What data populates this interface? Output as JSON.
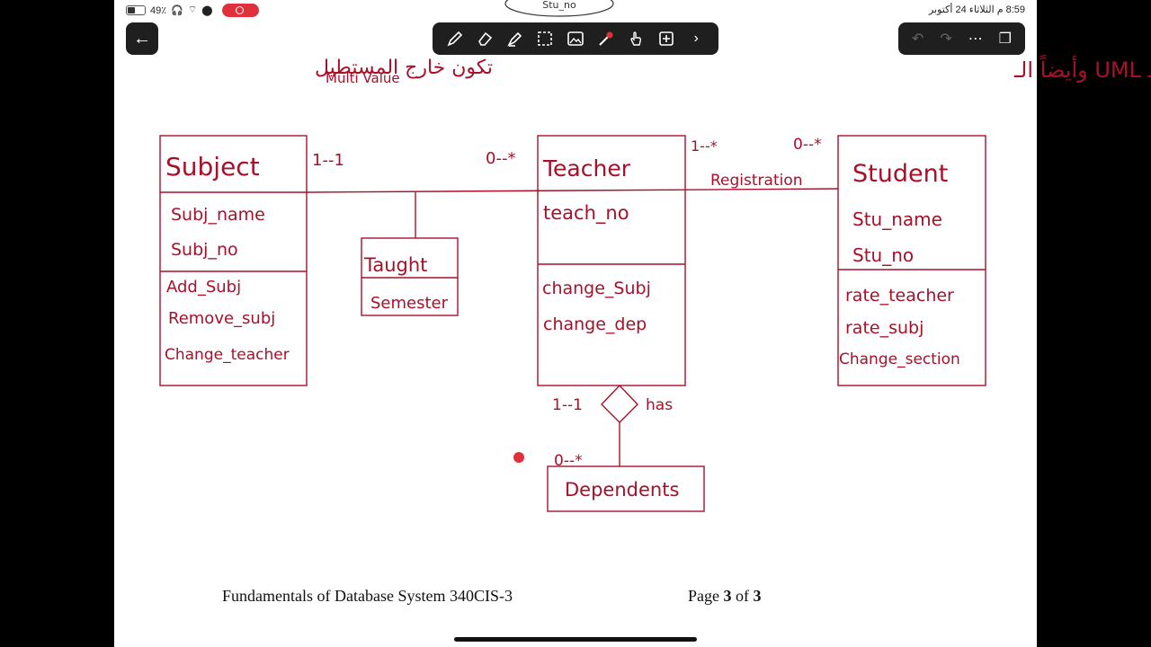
{
  "status": {
    "battery_percent": "49٪",
    "time_date": "8:59 م  الثلاثاء 24 أكتوبر"
  },
  "toolbar": {
    "tools": [
      "pen-icon",
      "eraser-icon",
      "highlighter-icon",
      "lasso-icon",
      "image-icon",
      "laser-pointer-icon",
      "touch-icon",
      "add-page-icon",
      "chevron-right-icon"
    ],
    "active_tool": "laser-pointer-icon"
  },
  "right_toolbar": {
    "tools": [
      "undo-icon",
      "redo-icon",
      "more-icon",
      "pages-icon"
    ]
  },
  "header_label": "Stu_no",
  "note": {
    "arabic": "فائدة مهمة: العلاقات تعكس في الـ UML وأيضاً الـ",
    "multi_value": "Multi Value",
    "arabic_end": "تكون خارج المستطيل"
  },
  "diagram": {
    "subject": {
      "name": "Subject",
      "attributes": [
        "Subj_name",
        "Subj_no"
      ],
      "methods": [
        "Add_Subj",
        "Remove_subj",
        "Change_teacher"
      ],
      "multiplicity": "1--1"
    },
    "teacher": {
      "name": "Teacher",
      "attributes": [
        "teach_no"
      ],
      "methods": [
        "change_Subj",
        "change_dep"
      ],
      "multiplicity_left": "0--*",
      "multiplicity_right": "1--*",
      "multiplicity_bottom": "1--1"
    },
    "student": {
      "name": "Student",
      "attributes": [
        "Stu_name",
        "Stu_no"
      ],
      "methods": [
        "rate_teacher",
        "rate_subj",
        "Change_section"
      ],
      "multiplicity": "0--*"
    },
    "taught": {
      "name": "Taught",
      "attributes": [
        "Semester"
      ]
    },
    "registration_label": "Registration",
    "has_label": "has",
    "dependents": {
      "name": "Dependents",
      "multiplicity": "0--*"
    }
  },
  "footer": {
    "title": "Fundamentals of Database System 340CIS-3",
    "page_prefix": "Page",
    "page_current": "3",
    "page_of": "of",
    "page_total": "3"
  }
}
